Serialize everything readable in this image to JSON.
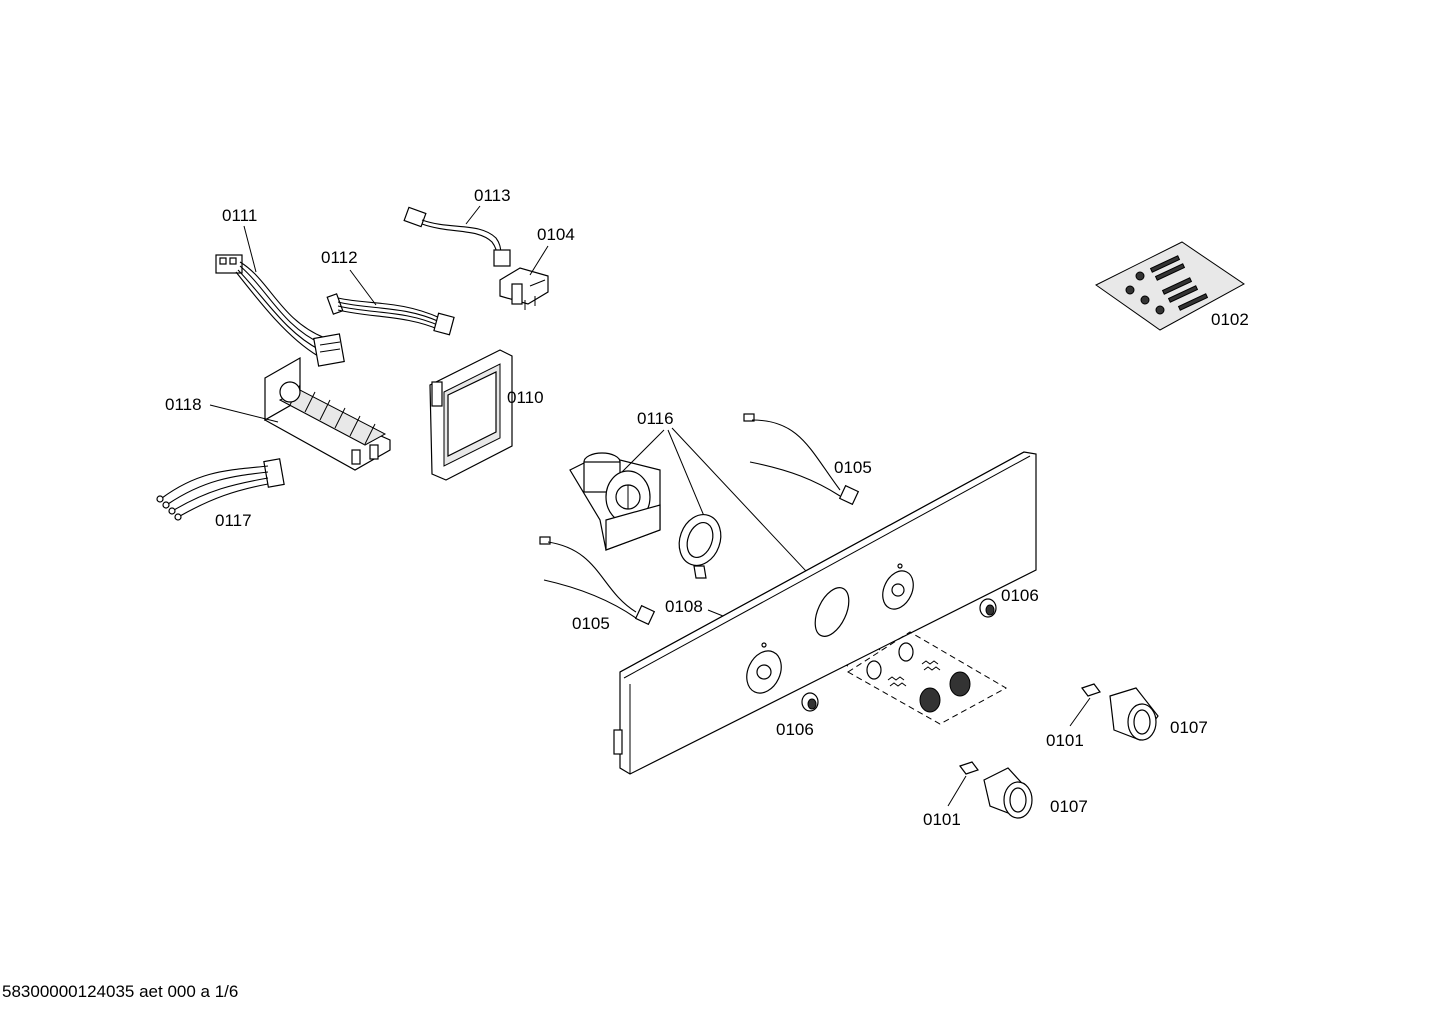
{
  "parts": {
    "p0111": "0111",
    "p0113": "0113",
    "p0104": "0104",
    "p0112": "0112",
    "p0102": "0102",
    "p0118": "0118",
    "p0110": "0110",
    "p0116": "0116",
    "p0105_top": "0105",
    "p0117": "0117",
    "p0106_right": "0106",
    "p0108": "0108",
    "p0105_left": "0105",
    "p0107_top": "0107",
    "p0101_top": "0101",
    "p0106_bottom": "0106",
    "p0107_bottom": "0107",
    "p0101_bottom": "0101"
  },
  "footer": "58300000124035 aet 000 a 1/6"
}
